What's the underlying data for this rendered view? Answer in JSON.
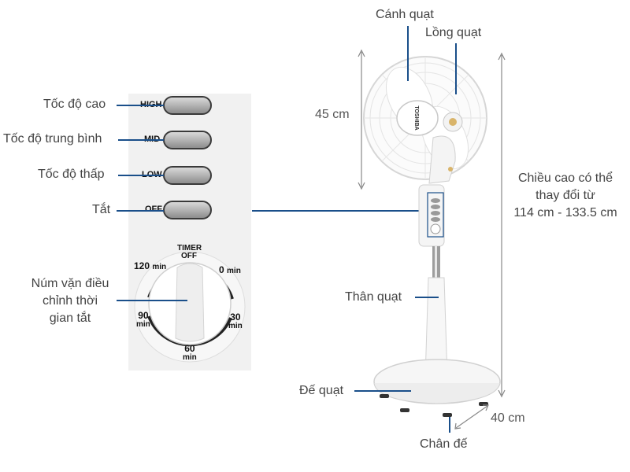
{
  "labels": {
    "speed_high": "Tốc độ cao",
    "speed_mid": "Tốc độ trung bình",
    "speed_low": "Tốc độ thấp",
    "off": "Tắt",
    "timer_knob": [
      "Núm vặn điều",
      "chỉnh thời",
      "gian tắt"
    ],
    "blade": "Cánh quạt",
    "cage": "Lồng quạt",
    "body": "Thân quạt",
    "base": "Đế quạt",
    "foot": "Chân đế",
    "height_note": [
      "Chiều cao có thể",
      "thay đổi từ",
      "114 cm - 133.5 cm"
    ],
    "dim_45": "45 cm",
    "dim_40": "40 cm"
  },
  "buttons": {
    "high": "HIGH",
    "mid": "MID",
    "low": "LOW",
    "off": "OFF"
  },
  "timer": {
    "title_1": "TIMER",
    "title_2": "OFF",
    "t0": "0",
    "t0_unit": "min",
    "t30": "30",
    "t30_unit": "min",
    "t60": "60",
    "t60_unit": "min",
    "t90": "90",
    "t90_unit": "min",
    "t120": "120",
    "t120_unit": "min"
  },
  "brand": "TOSHIBA",
  "colors": {
    "leader_line": "#1a4f8a",
    "panel": "#f1f1f1"
  }
}
